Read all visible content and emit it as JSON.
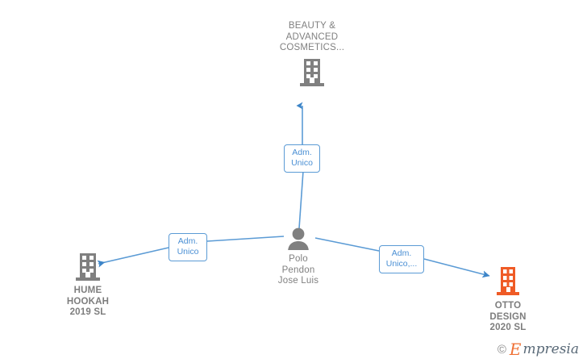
{
  "graph": {
    "background_color": "#ffffff",
    "edge_color": "#5b9bd5",
    "company_icon_color": "#808080",
    "highlight_icon_color": "#ef5b26",
    "person_icon_color": "#808080",
    "label_text_color": "#4a8fd4"
  },
  "nodes": {
    "beauty": {
      "name": "BEAUTY &\nADVANCED\nCOSMETICS...",
      "icon": "company-building-icon",
      "type": "company"
    },
    "person": {
      "name": "Polo\nPendon\nJose Luis",
      "icon": "person-avatar-icon",
      "type": "person"
    },
    "hume": {
      "name": "HUME\nHOOKAH\n2019  SL",
      "icon": "company-building-icon",
      "type": "company"
    },
    "otto": {
      "name": "OTTO\nDESIGN\n2020  SL",
      "icon": "company-building-highlight-icon",
      "type": "company"
    }
  },
  "edges": {
    "top": {
      "label": "Adm.\nUnico"
    },
    "left": {
      "label": "Adm.\nUnico"
    },
    "right": {
      "label": "Adm.\nUnico,..."
    }
  },
  "watermark": {
    "copyright": "©",
    "brand_initial": "E",
    "brand_rest": "mpresia"
  }
}
